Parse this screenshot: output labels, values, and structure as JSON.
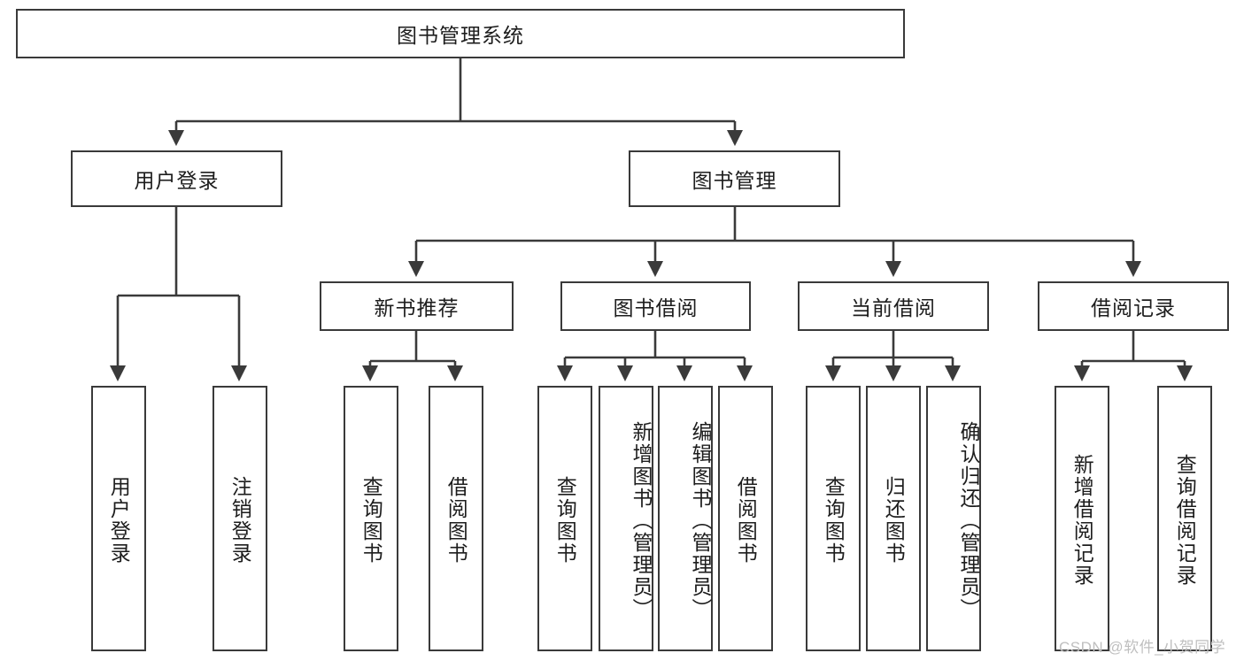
{
  "diagram": {
    "title": "图书管理系统",
    "watermark": "CSDN @软件_小贺同学",
    "colors": {
      "box_border": "#3a3a3a",
      "box_fill": "#ffffff",
      "edge": "#3a3a3a",
      "text": "#1d1d1d",
      "watermark": "#bfbfbf",
      "background": "#ffffff"
    },
    "nodes": {
      "root": {
        "label": "图书管理系统"
      },
      "level2": [
        {
          "label": "用户登录"
        },
        {
          "label": "图书管理"
        }
      ],
      "level3": [
        {
          "label": "新书推荐"
        },
        {
          "label": "图书借阅"
        },
        {
          "label": "当前借阅"
        },
        {
          "label": "借阅记录"
        }
      ],
      "leaves": {
        "user_login": [
          {
            "label": "用户登录"
          },
          {
            "label": "注销登录"
          }
        ],
        "new_book_recommend": [
          {
            "label": "查询图书"
          },
          {
            "label": "借阅图书"
          }
        ],
        "book_borrow": [
          {
            "label": "查询图书"
          },
          {
            "label": "新增图书（管理员）"
          },
          {
            "label": "编辑图书（管理员）"
          },
          {
            "label": "借阅图书"
          }
        ],
        "current_borrow": [
          {
            "label": "查询图书"
          },
          {
            "label": "归还图书"
          },
          {
            "label": "确认归还（管理员）"
          }
        ],
        "borrow_record": [
          {
            "label": "新增借阅记录"
          },
          {
            "label": "查询借阅记录"
          }
        ]
      }
    }
  }
}
